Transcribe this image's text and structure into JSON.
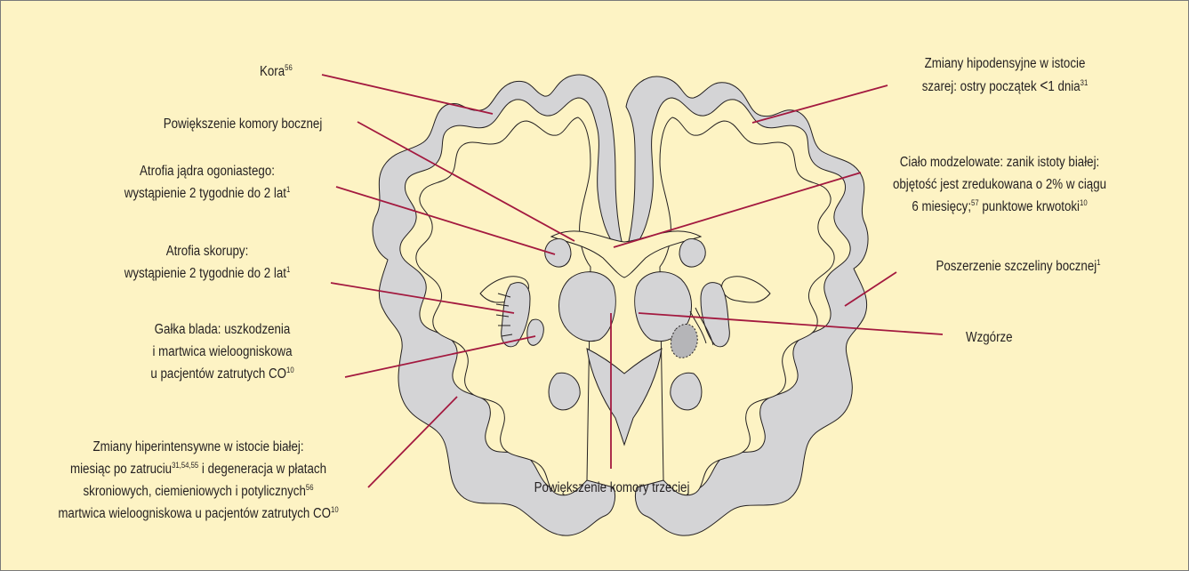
{
  "colors": {
    "background": "#fdf3c4",
    "tissue_fill": "#d4d4d6",
    "outline": "#231f20",
    "leader_line": "#a3193f"
  },
  "labels": {
    "kora": {
      "text": "Kora",
      "ref": "56"
    },
    "komora_boczna": {
      "text": "Powiększenie komory bocznej"
    },
    "jadro_ogoniaste": {
      "line1": "Atrofia jądra ogoniastego:",
      "line2": "wystąpienie 2 tygodnie do 2 lat",
      "ref": "1"
    },
    "skorupa": {
      "line1": "Atrofia skorupy:",
      "line2": "wystąpienie 2 tygodnie do 2 lat",
      "ref": "1"
    },
    "galka_blada": {
      "line1": "Gałka blada: uszkodzenia",
      "line2": "i martwica wieloogniskowa",
      "line3": "u pacjentów zatrutych CO",
      "ref": "10"
    },
    "istota_biala": {
      "line1": "Zmiany hiperintensywne w istocie białej:",
      "line2a": "miesiąc po zatruciu",
      "ref_a": "31,54,55",
      "line2b": " i degeneracja w płatach",
      "line3": "skroniowych, ciemieniowych i potylicznych",
      "ref_b": "56",
      "line4": "martwica wieloogniskowa u pacjentów zatrutych CO",
      "ref_c": "10"
    },
    "komora_trzecia": {
      "text": "Powiększenie komory trzeciej"
    },
    "hipodensyjne": {
      "line1": "Zmiany hipodensyjne w istocie",
      "line2a": "szarej: ostry początek ",
      "line2b": "<",
      "line2c": "1 dnia",
      "ref": "31"
    },
    "cialo_modzelowate": {
      "line1": "Ciało modzelowate: zanik istoty białej:",
      "line2": "objętość jest zredukowana o 2% w ciągu",
      "line3a": "6 miesięcy;",
      "ref_a": "57",
      "line3b": " punktowe krwotoki",
      "ref_b": "10"
    },
    "szczelina_boczna": {
      "text": "Poszerzenie szczeliny bocznej",
      "ref": "1"
    },
    "wzgorze": {
      "text": "Wzgórze"
    }
  }
}
